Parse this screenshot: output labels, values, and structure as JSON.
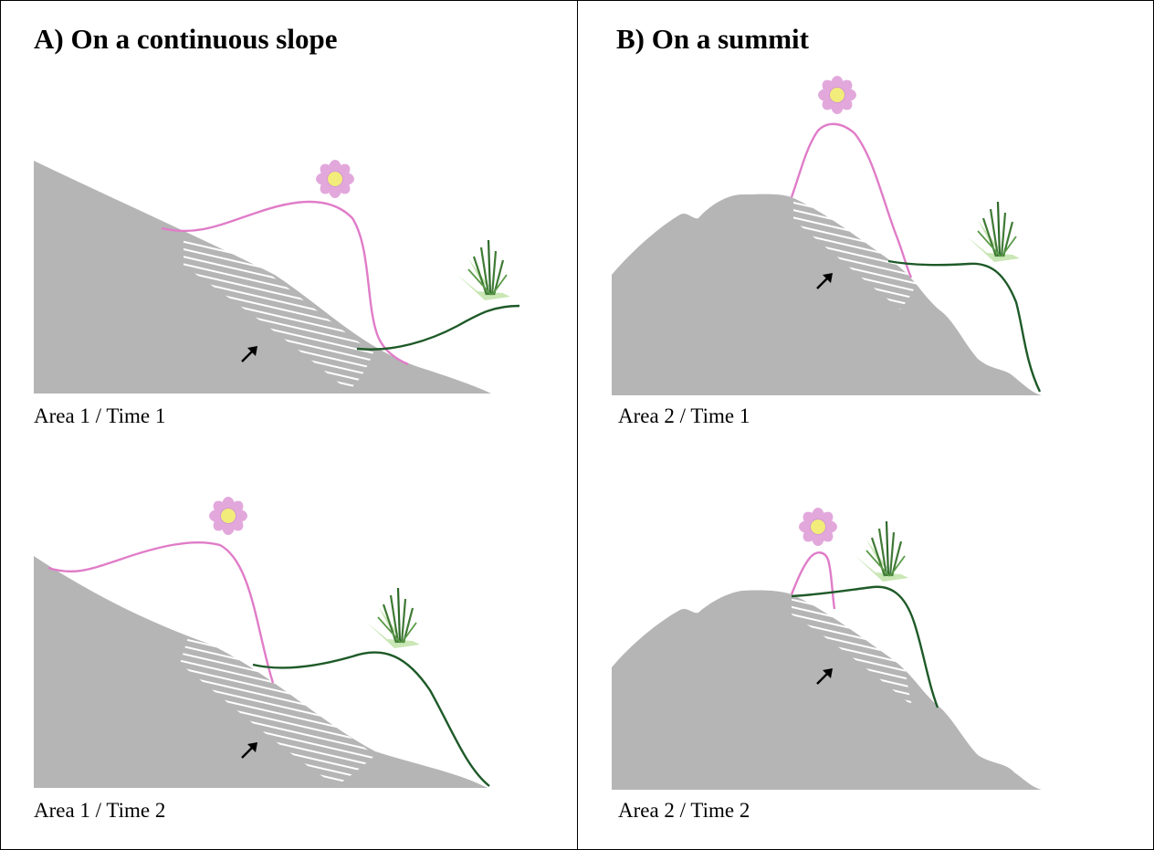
{
  "panels": {
    "a": {
      "heading": "A) On a continuous slope",
      "top_caption": "Area 1 / Time 1",
      "bottom_caption": "Area 1 / Time 2"
    },
    "b": {
      "heading": "B) On a summit",
      "top_caption": "Area 2 / Time 1",
      "bottom_caption": "Area 2 / Time 2"
    }
  },
  "colors": {
    "terrain": "#b5b5b5",
    "flower_curve": "#e07cc8",
    "grass_curve": "#1e5a28",
    "petal": "#e2a8dc",
    "flower_center": "#f2ec7a",
    "grass_blade": "#3f7a35",
    "grass_leaf": "#bfe3a8"
  },
  "icons": {
    "flower": "flower-icon",
    "grass": "grass-icon",
    "arrow": "upslope-arrow-icon"
  }
}
